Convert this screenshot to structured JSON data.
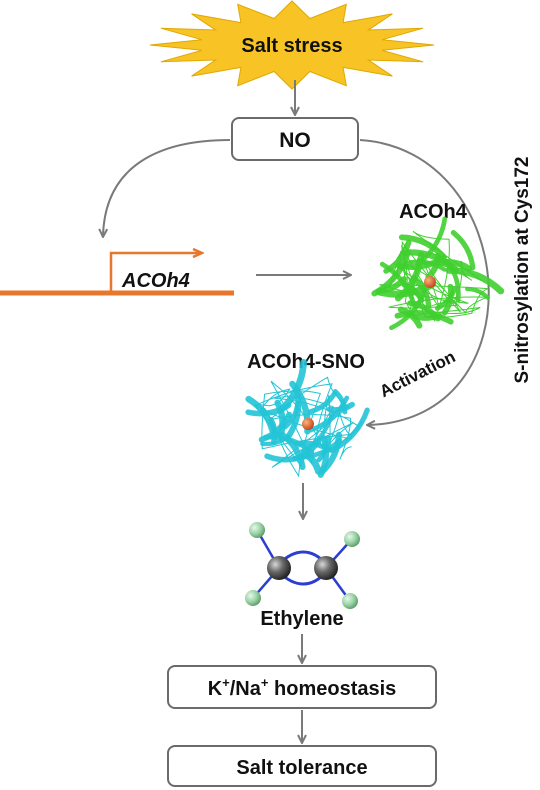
{
  "nodes": {
    "salt_stress": "Salt stress",
    "no": "NO",
    "gene": "ACOh4",
    "protein": "ACOh4",
    "protein_sno": "ACOh4-SNO",
    "ethylene": "Ethylene",
    "homeostasis_k": "K",
    "homeostasis_plus1": "+",
    "homeostasis_na": "/Na",
    "homeostasis_plus2": "+",
    "homeostasis_rest": " homeostasis",
    "salt_tolerance": "Salt tolerance"
  },
  "edge_labels": {
    "activation": "Activation",
    "nitrosylation": "S-nitrosylation at Cys172"
  },
  "colors": {
    "burst_fill": "#f7c325",
    "gene_line": "#e8772e",
    "protein_green": "#3fcf2f",
    "protein_cyan": "#22c4d6",
    "arrow_gray": "#7a7a7a",
    "box_border": "#6b6b6b",
    "atom_carbon": "#4a4a4a",
    "atom_hydrogen": "#9bd4a8",
    "bond_blue": "#2a3fd1"
  }
}
